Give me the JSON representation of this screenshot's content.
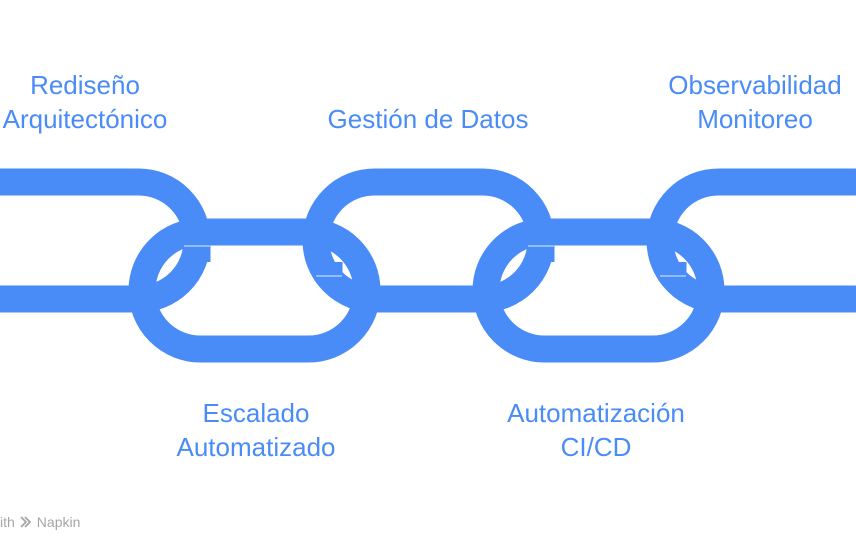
{
  "diagram": {
    "accent_color": "#4a8cf7",
    "labels": [
      {
        "lines": [
          "Rediseño",
          "Arquitectónico"
        ]
      },
      {
        "lines": [
          "Gestión de Datos"
        ]
      },
      {
        "lines": [
          "Observabilidad",
          "Monitoreo"
        ]
      },
      {
        "lines": [
          "Escalado",
          "Automatizado"
        ]
      },
      {
        "lines": [
          "Automatización",
          "CI/CD"
        ]
      }
    ]
  },
  "watermark": {
    "prefix": "ith",
    "brand": "Napkin",
    "icon": "napkin-logo-icon"
  }
}
